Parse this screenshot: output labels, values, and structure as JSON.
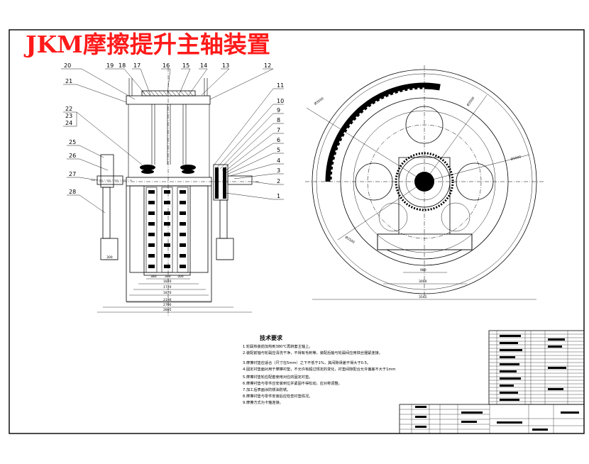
{
  "title": "JKM摩擦提升主轴装置",
  "part_numbers_top": [
    "20",
    "19",
    "18",
    "17",
    "16",
    "15",
    "14",
    "13",
    "12"
  ],
  "part_numbers_left": [
    "21",
    "22",
    "23",
    "24",
    "25",
    "26",
    "27",
    "28"
  ],
  "part_numbers_right": [
    "11",
    "10",
    "9",
    "8",
    "7",
    "6",
    "5",
    "4",
    "3",
    "2",
    "1"
  ],
  "front_dims": [
    "380",
    "300",
    "300",
    "1820",
    "1770",
    "1870",
    "2190",
    "2700",
    "2895",
    "300"
  ],
  "side_dims": [
    "980",
    "3000",
    "3545"
  ],
  "requirements": {
    "title": "技术要求",
    "items": [
      "1.轮毂热装前加热到380℃再转套主轴上。",
      "2.装配前轴与轮毂应清洗干净，不得有毛刺等，装配后轴与轮毂间应用铁丝捆紧连接。",
      "3.摩擦衬垫应适合（尺寸在5mm）之下不低于1%，其间隙误差不得大于0.5。",
      "4.固定衬垫面对用于摩擦衬垫，不允许有超过规定的变化，衬垫间隙配合允许偏差不大于1mm",
      "5.摩擦衬垫轮应配套使用对应的固定衬垫。",
      "6.摩擦衬垫与零件应安装到位并紧固不得松动，应对称调整。",
      "7.加工后表面涂防锈油防锈。",
      "8.摩擦衬垫与零件安装后应检查衬垫情况。",
      "9.摩擦方式为卡箍连接。"
    ]
  }
}
